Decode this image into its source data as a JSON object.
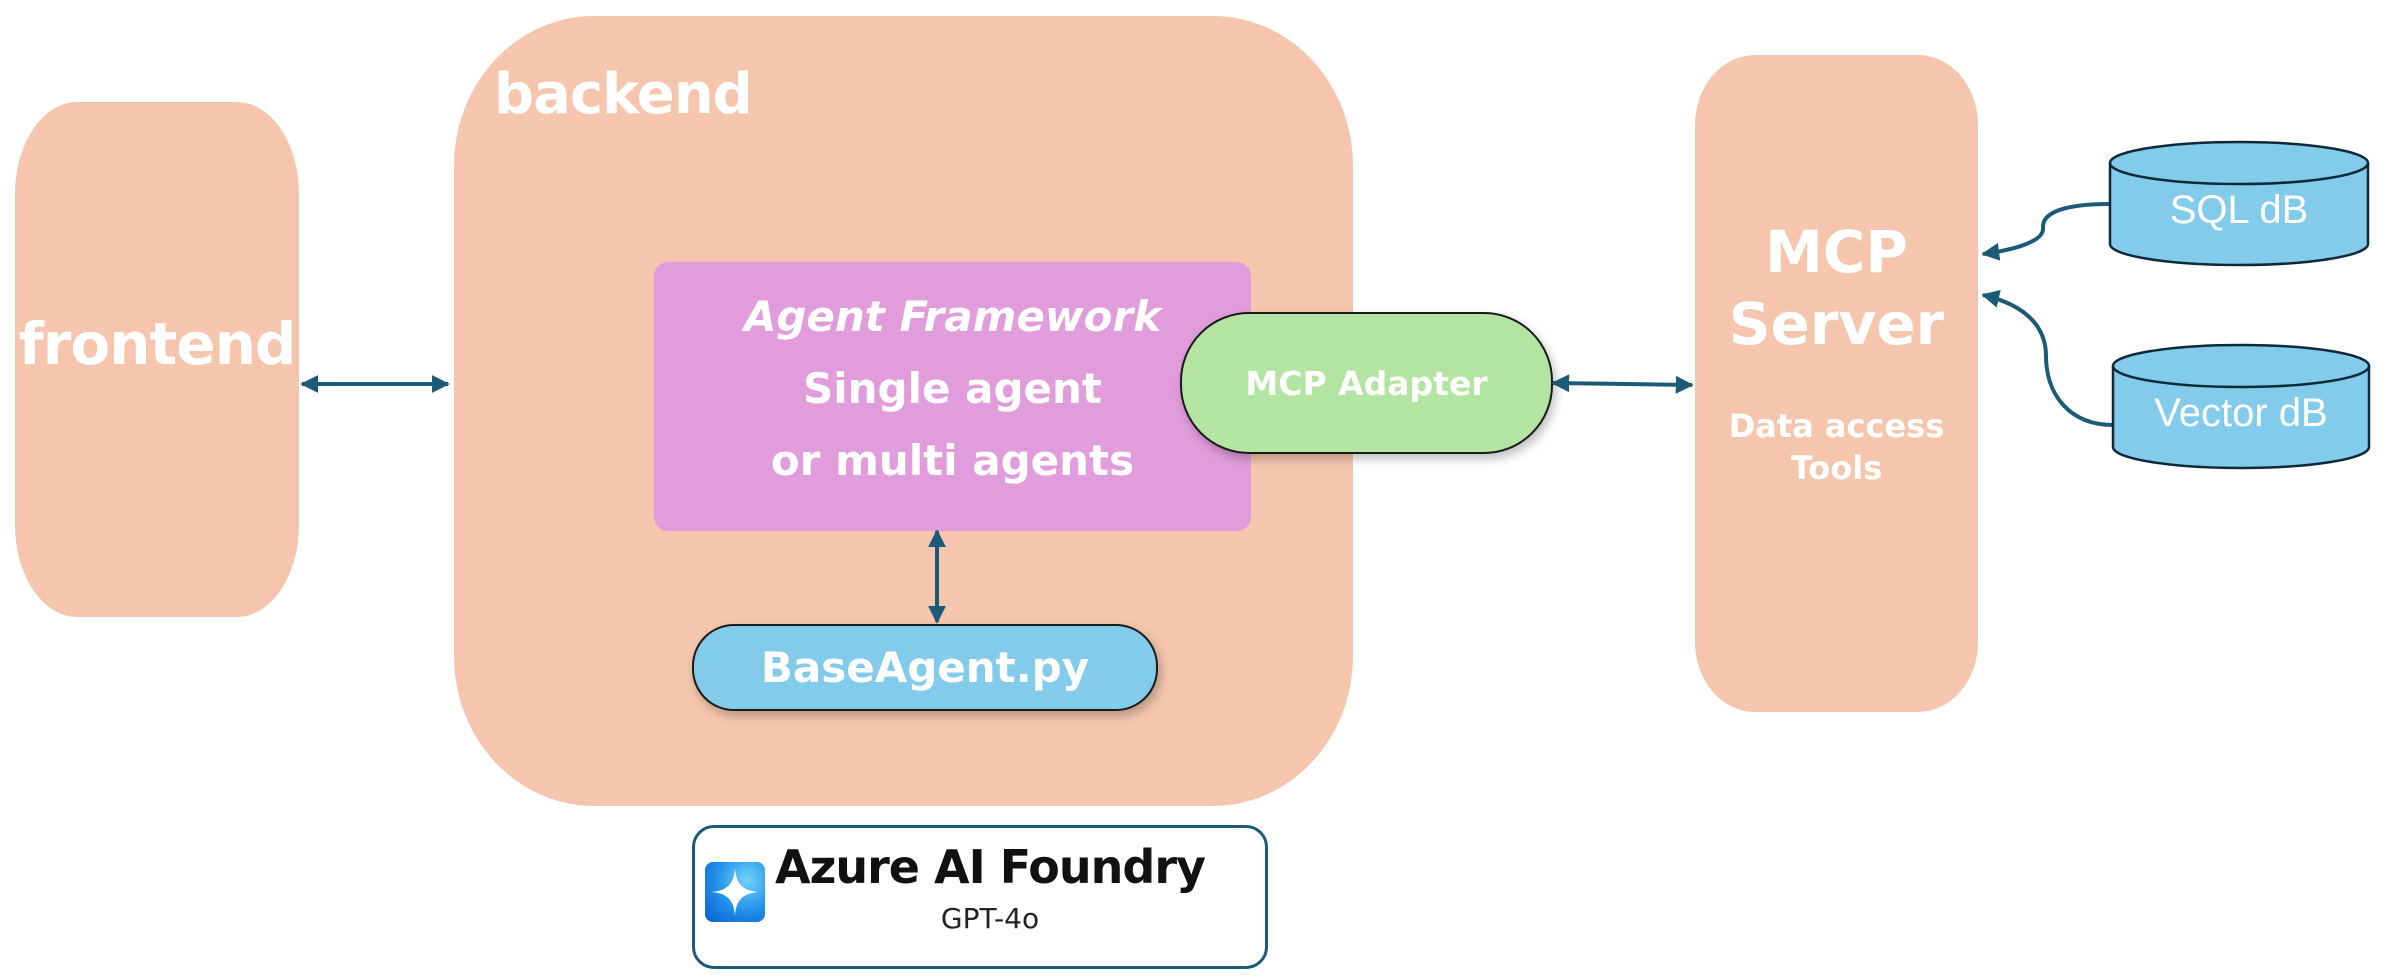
{
  "diagram": {
    "frontend": {
      "label": "frontend"
    },
    "backend": {
      "label": "backend",
      "agent_framework": {
        "title": "Agent Framework",
        "line1": "Single agent",
        "line2": "or multi agents"
      },
      "mcp_adapter": {
        "label": "MCP Adapter"
      },
      "base_agent": {
        "label": "BaseAgent.py"
      }
    },
    "mcp_server": {
      "title_line1": "MCP",
      "title_line2": "Server",
      "sub_line1": "Data access",
      "sub_line2": "Tools"
    },
    "databases": [
      {
        "label": "SQL dB"
      },
      {
        "label": "Vector dB"
      }
    ],
    "model_provider": {
      "title": "Azure AI Foundry",
      "model": "GPT-4o",
      "icon": "sparkle-icon"
    },
    "connections": [
      {
        "from": "frontend",
        "to": "backend",
        "direction": "bidirectional"
      },
      {
        "from": "agent_framework",
        "to": "base_agent",
        "direction": "bidirectional"
      },
      {
        "from": "mcp_adapter",
        "to": "mcp_server",
        "direction": "bidirectional"
      },
      {
        "from": "sql_db",
        "to": "mcp_server",
        "direction": "one-way"
      },
      {
        "from": "vector_db",
        "to": "mcp_server",
        "direction": "one-way"
      }
    ],
    "colors": {
      "container": "#f5c6ad",
      "agent_framework": "#e19ddb",
      "mcp_adapter": "#b3e4a1",
      "base_agent": "#83cbea",
      "database": "#83cbea",
      "arrow": "#1b5b78"
    }
  }
}
